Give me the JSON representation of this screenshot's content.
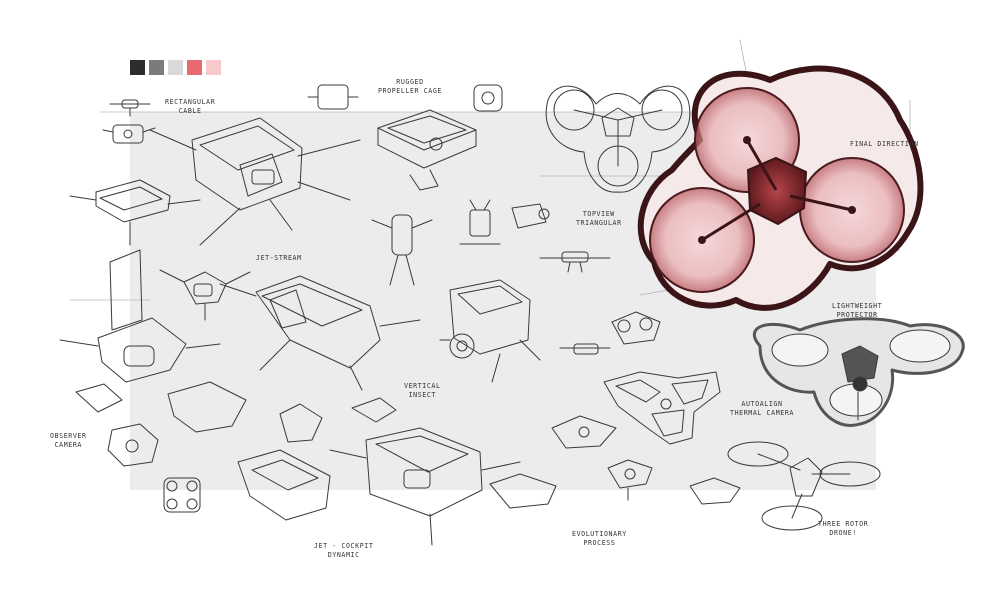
{
  "palette": [
    "#2d2d2d",
    "#7b7b7b",
    "#d9d9d9",
    "#e8696f",
    "#f7c9cb"
  ],
  "accent": "#8b2a2e",
  "labels": {
    "rectangular_cable": "RECTANGULAR\nCABLE",
    "rugged_propeller_cage": "RUGGED\nPROPELLER CAGE",
    "final_direction": "FINAL DIRECTION",
    "topview_triangular": "TOPVIEW\nTRIANGULAR",
    "jet_stream": "JET-STREAM",
    "lightweight_protector": "LIGHTWEIGHT\nPROTECTOR",
    "vertical_insect": "VERTICAL\nINSECT",
    "autoalign_thermal_camera": "AUTOALIGN\nTHERMAL CAMERA",
    "observer_camera": "OBSERVER\nCAMERA",
    "jet_cockpit_dynamic": "JET - COCKPIT\nDYNAMIC",
    "evolutionary_process": "EVOLUTIONARY\nPROCESS",
    "three_rotor_drone": "THREE ROTOR\nDRONE!"
  }
}
